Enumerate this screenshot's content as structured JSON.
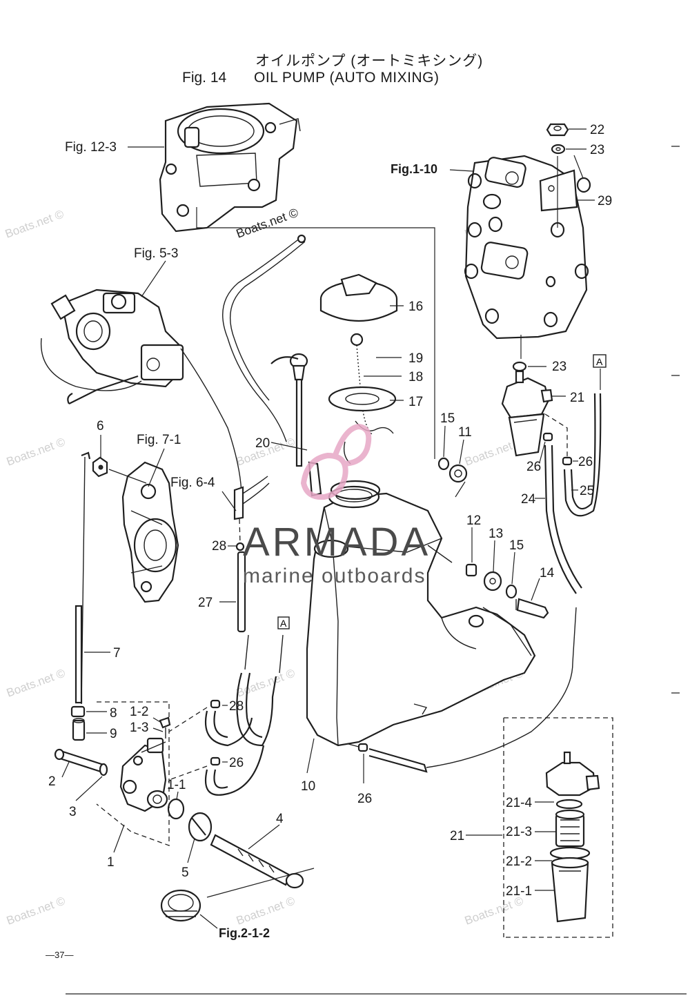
{
  "header": {
    "title_jp": "オイルポンプ (オートミキシング)",
    "fig_number": "Fig. 14",
    "title_en": "OIL PUMP (AUTO MIXING)"
  },
  "references": {
    "fig_12_3": "Fig. 12-3",
    "fig_5_3": "Fig. 5-3",
    "fig_7_1": "Fig. 7-1",
    "fig_6_4": "Fig. 6-4",
    "fig_1_10": "Fig.1-10",
    "fig_2_1_2": "Fig.2-1-2"
  },
  "callouts": {
    "c1": "1",
    "c1_1": "1-1",
    "c1_2": "1-2",
    "c1_3": "1-3",
    "c2": "2",
    "c3": "3",
    "c4": "4",
    "c5": "5",
    "c6": "6",
    "c7": "7",
    "c8": "8",
    "c9": "9",
    "c10": "10",
    "c11": "11",
    "c12": "12",
    "c13": "13",
    "c14": "14",
    "c15a": "15",
    "c15b": "15",
    "c16": "16",
    "c17": "17",
    "c18": "18",
    "c19": "19",
    "c20": "20",
    "c21a": "21",
    "c21b": "21",
    "c21_1": "21-1",
    "c21_2": "21-2",
    "c21_3": "21-3",
    "c21_4": "21-4",
    "c22": "22",
    "c23a": "23",
    "c23b": "23",
    "c24": "24",
    "c25": "25",
    "c26a": "26",
    "c26b": "26",
    "c26c": "26",
    "c27": "27",
    "c28a": "28",
    "c28b": "28",
    "c29": "29"
  },
  "markers": {
    "box_a1": "A",
    "box_a2": "A"
  },
  "watermarks": {
    "boats_net": "Boats.net ©",
    "brand": "ARMADA",
    "tagline": "marine outboards"
  },
  "footer": {
    "page_number": "—37—"
  },
  "colors": {
    "ink": "#1f1f1f",
    "logo_pink": "#e7a8c6",
    "watermark_grey": "#cfcfcf"
  }
}
